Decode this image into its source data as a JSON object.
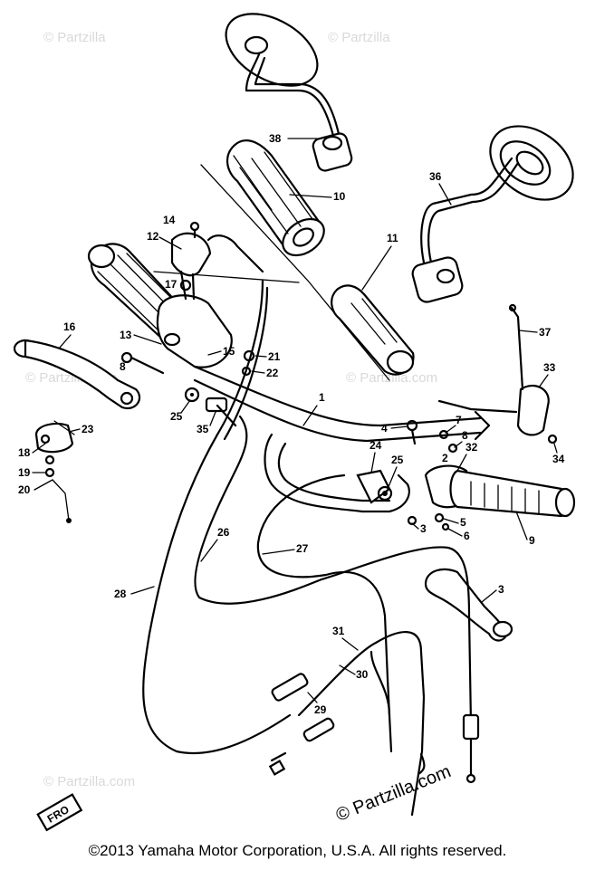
{
  "watermark": "© Partzilla.com",
  "watermark_small": "© Partzilla",
  "footer": "©2013  Yamaha Motor Corporation, U.S.A. All rights reserved.",
  "front_badge": "FRO",
  "callouts": [
    "1",
    "2",
    "3",
    "4",
    "5",
    "6",
    "7",
    "8",
    "9",
    "10",
    "11",
    "12",
    "13",
    "14",
    "15",
    "16",
    "17",
    "18",
    "19",
    "20",
    "21",
    "22",
    "23",
    "24",
    "25",
    "26",
    "27",
    "28",
    "29",
    "30",
    "31",
    "32",
    "33",
    "34",
    "35",
    "36",
    "37",
    "38"
  ]
}
